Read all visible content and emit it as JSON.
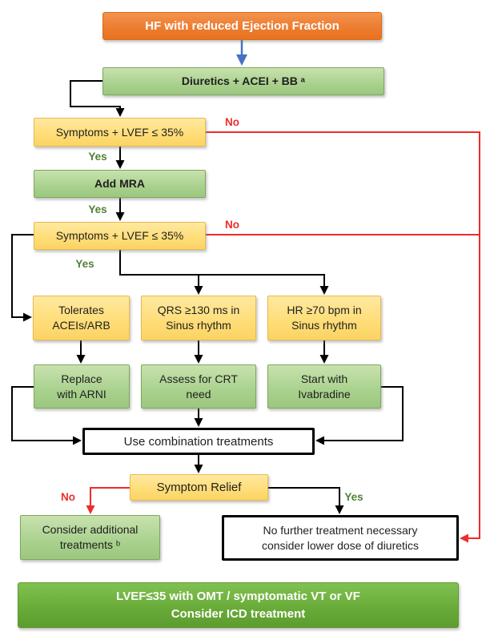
{
  "flowchart": {
    "nodes": {
      "hf": {
        "text": "HF with reduced Ejection Fraction"
      },
      "first_line": {
        "text": "Diuretics + ACEI + BB ᵃ"
      },
      "symptoms1": {
        "text": "Symptoms + LVEF ≤ 35%"
      },
      "add_mra": {
        "text": "Add MRA"
      },
      "symptoms2": {
        "text": "Symptoms + LVEF ≤ 35%"
      },
      "tolerates": {
        "text": "Tolerates\nACEIs/ARB"
      },
      "qrs": {
        "text": "QRS ≥130 ms in\nSinus rhythm"
      },
      "hr": {
        "text": "HR ≥70 bpm in\nSinus rhythm"
      },
      "arni": {
        "text": "Replace\nwith ARNI"
      },
      "crt": {
        "text": "Assess for CRT\nneed"
      },
      "ivabradine": {
        "text": "Start with\nIvabradine"
      },
      "combination": {
        "text": "Use combination treatments"
      },
      "relief": {
        "text": "Symptom Relief"
      },
      "additional": {
        "text": "Consider additional\ntreatments ᵇ"
      },
      "no_further": {
        "text": "No further treatment necessary\nconsider lower dose of diuretics"
      },
      "icd_banner": {
        "text": "LVEF≤35 with OMT / symptomatic VT or VF\nConsider ICD treatment"
      }
    },
    "labels": {
      "yes1": "Yes",
      "yes2": "Yes",
      "yes3": "Yes",
      "yes4": "Yes",
      "no1": "No",
      "no2": "No",
      "no3": "No"
    },
    "colors": {
      "orange": "#ED7D31",
      "yellow_fill": "#FFDE7A",
      "green_fill": "#A9D18E",
      "banner_green": "#68AA38",
      "arrow_black": "#000000",
      "arrow_red": "#EE2C2C",
      "arrow_blue": "#4472C4",
      "yes_text": "#538135",
      "no_text": "#EE2C2C"
    }
  }
}
